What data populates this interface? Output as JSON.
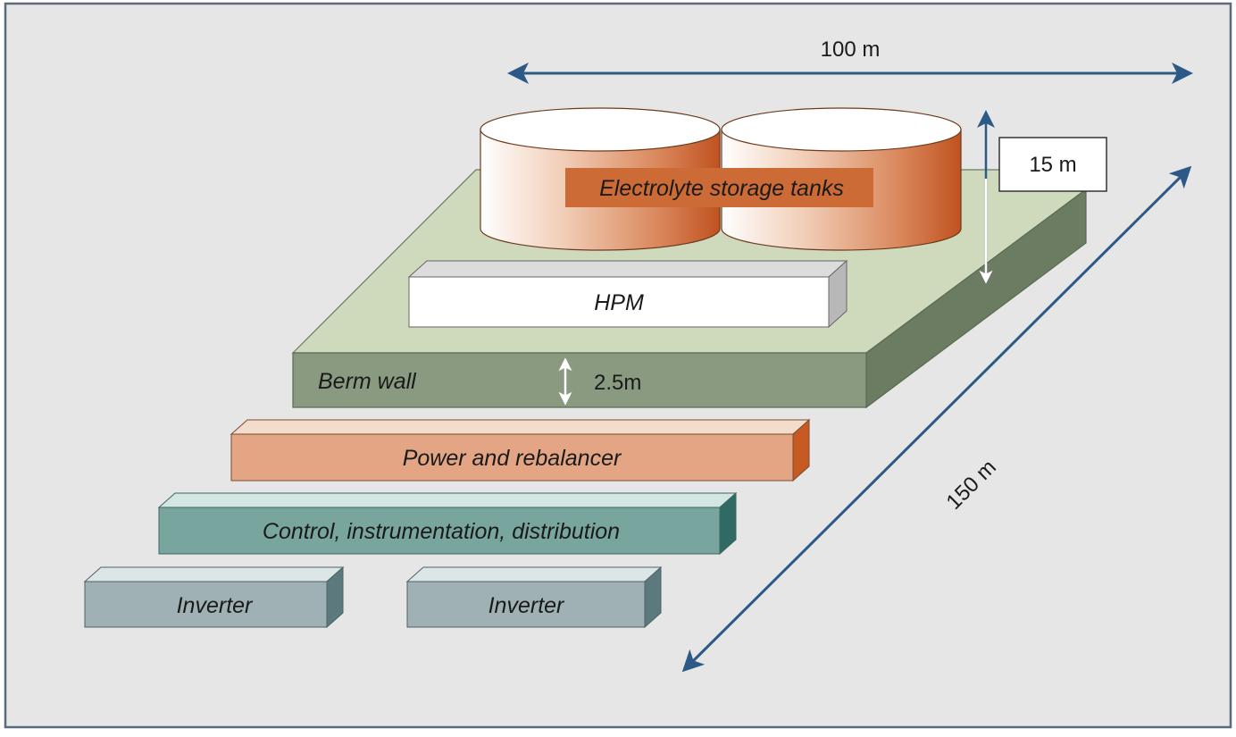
{
  "labels": {
    "tanks": "Electrolyte storage tanks",
    "hpm": "HPM",
    "berm_wall": "Berm wall",
    "power": "Power and rebalancer",
    "control": "Control, instrumentation, distribution",
    "inverter_left": "Inverter",
    "inverter_right": "Inverter"
  },
  "dimensions": {
    "width": "100 m",
    "depth": "150 m",
    "tank_height": "15 m",
    "berm_height": "2.5m"
  },
  "colors": {
    "background": "#e6e6e6",
    "frame": "#5a6a7a",
    "pad_top": "#cfdabc",
    "berm_front": "#8a9a80",
    "berm_side": "#6c7c62",
    "tank_orange": "#c65a22",
    "hpm_front": "#ffffff",
    "power_front": "#e3a584",
    "control_front": "#78a69e",
    "inverter_front": "#9fb1b4",
    "arrow_blue": "#2c5985",
    "arrow_white": "#ffffff"
  }
}
